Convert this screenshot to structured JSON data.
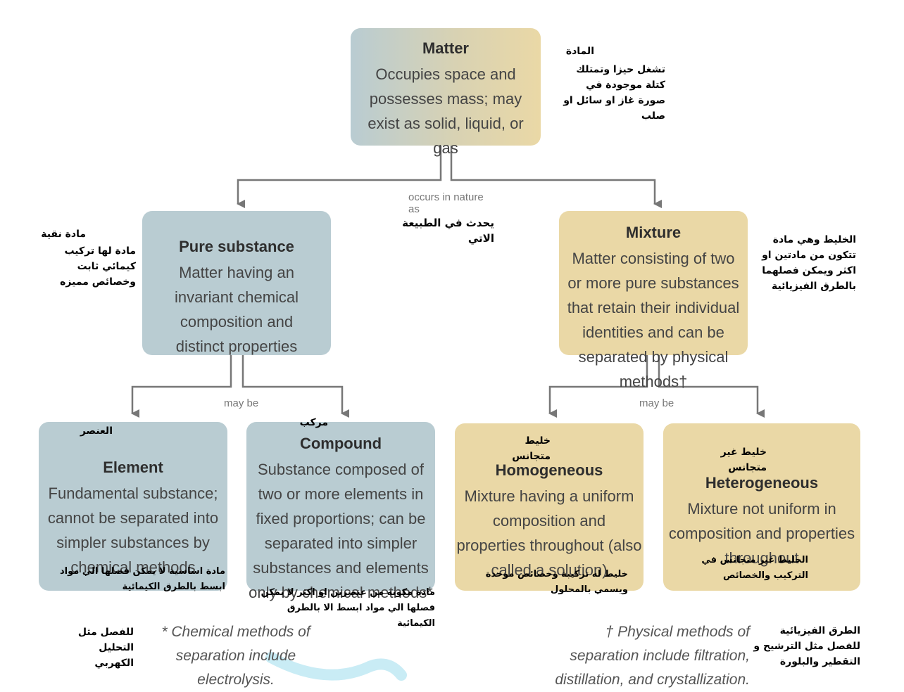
{
  "matter": {
    "title": "Matter",
    "desc": "Occupies space and possesses mass; may exist as solid, liquid, or gas",
    "ar_title": "المادة",
    "ar_desc": "تشغل حيزا وتمتلك كتلة موجودة في صورة غاز او سائل او صلب"
  },
  "occurs_label": "occurs in nature as",
  "occurs_ar": "يحدث في الطبيعة الاتي",
  "pure": {
    "title": "Pure substance",
    "desc": "Matter having an invariant chemical composition and distinct properties",
    "ar_title": "مادة نقية",
    "ar_desc": "مادة لها تركيب كيمائي ثابت وخصائص مميزه"
  },
  "mixture": {
    "title": "Mixture",
    "desc": "Matter consisting of two or more pure substances that retain their individual identities and can be separated by physical methods†",
    "ar_desc": "الخليط وهي مادة تتكون من مادتين او اكثر ويمكن فصلهما بالطرق الفيزيائية"
  },
  "may_be_left": "may be",
  "may_be_right": "may be",
  "element": {
    "title": "Element",
    "desc": "Fundamental substance; cannot be separated into simpler substances by chemical methods",
    "ar_title": "العنصر",
    "ar_desc": "مادة اساسية لا يمكن فصلها الي مواد ابسط بالطرق الكيمائية"
  },
  "compound": {
    "title": "Compound",
    "desc": "Substance composed of two or more elements in fixed proportions; can be separated into simpler substances and elements only by chemical methods*",
    "ar_title": "مركب",
    "ar_desc": "مادة مكونه من عنصرين او اكثر لا يمكن فصلها الي مواد ابسط الا بالطرق الكيمائية"
  },
  "homogeneous": {
    "title": "Homogeneous",
    "desc": "Mixture having a uniform composition and properties throughout (also called a solution)",
    "ar_title": "خليط متجانس",
    "ar_desc": "خليط له تركيبة وخصائص موحدة ويسمي بالمحلول"
  },
  "heterogeneous": {
    "title": "Heterogeneous",
    "desc": "Mixture not uniform in composition and properties throughout",
    "ar_title": "خليط غير متجانس",
    "ar_desc": "الخليط غير متجانس في التركيب والخصائص"
  },
  "footnotes": {
    "chemical": "* Chemical methods of separation include electrolysis.",
    "chemical_ar": "للفصل مثل التحليل الكهربي",
    "physical": "† Physical methods of separation include filtration, distillation, and crystallization.",
    "physical_ar": "الطرق الفيزيائية للفصل مثل الترشيح و التقطير والبلورة"
  },
  "colors": {
    "blue_box": "#b9ccd2",
    "tan_box": "#ead8a6",
    "connector": "#777777",
    "watermark": "#c9ecf5"
  }
}
